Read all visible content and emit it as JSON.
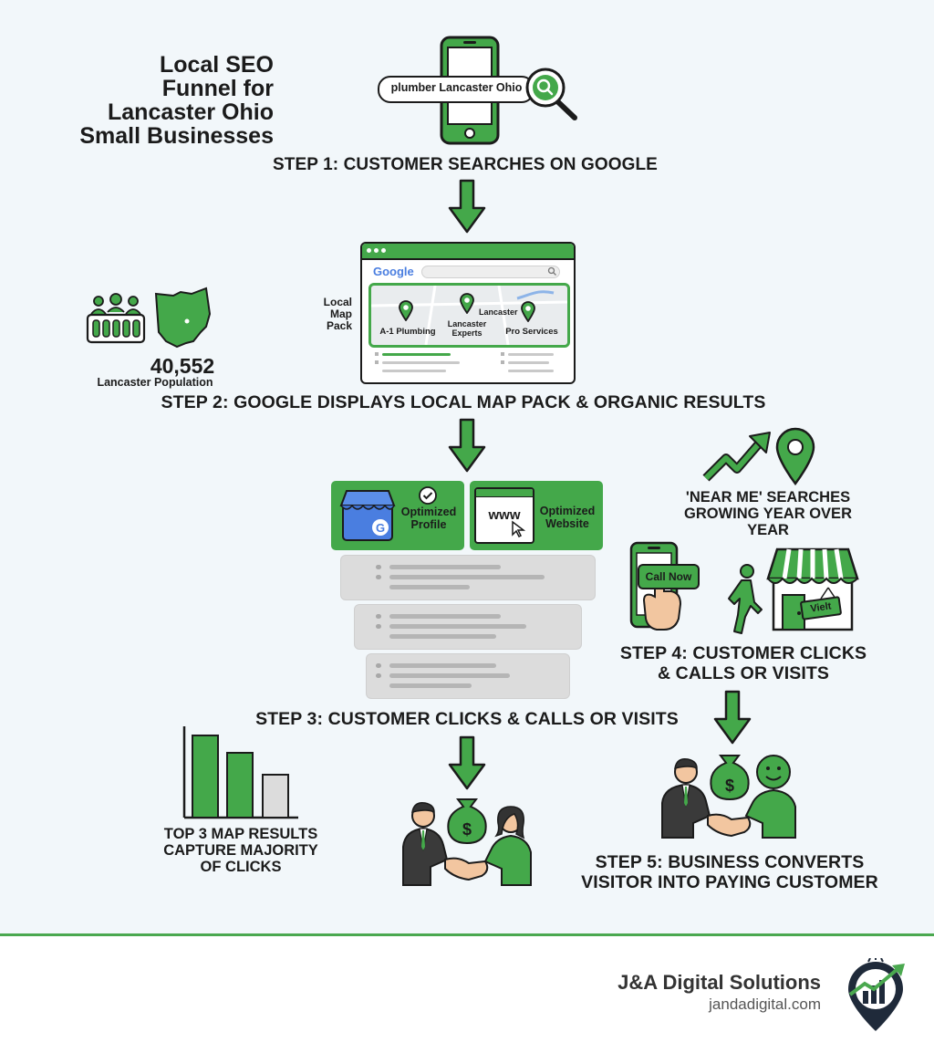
{
  "title": {
    "line1": "Local SEO",
    "line2": "Funnel for",
    "line3": "Lancaster Ohio",
    "line4": "Small Businesses"
  },
  "colors": {
    "green": "#44a84a",
    "dark": "#1b1b1b",
    "background": "#f2f7fa",
    "grey_bar": "#dcdcdc"
  },
  "step1": {
    "search_text": "plumber Lancaster Ohio",
    "label": "STEP 1: CUSTOMER SEARCHES ON GOOGLE",
    "icons": [
      "smartphone-icon",
      "magnifier-icon"
    ]
  },
  "step2": {
    "label": "STEP 2: GOOGLE DISPLAYS LOCAL MAP PACK & ORGANIC RESULTS",
    "google_logo": "Google",
    "map_pack_label": {
      "line1": "Local",
      "line2": "Map",
      "line3": "Pack"
    },
    "map_city": "Lancaster",
    "pins": [
      "A-1 Plumbing",
      "Lancaster Experts",
      "Pro Services"
    ],
    "population_value": "40,552",
    "population_label": "Lancaster Population"
  },
  "step3": {
    "label": "STEP 3: CUSTOMER CLICKS & CALLS OR VISITS",
    "cards": [
      {
        "line1": "Optimized",
        "line2": "Profile",
        "icon": "google-business-store-icon"
      },
      {
        "line1": "Optimized",
        "line2": "Website",
        "icon": "www-browser-icon",
        "www": "www"
      }
    ],
    "chart_caption": {
      "line1": "TOP 3 MAP RESULTS",
      "line2": "CAPTURE MAJORITY",
      "line3": "OF CLICKS"
    }
  },
  "near_me": {
    "line1": "'NEAR ME' SEARCHES",
    "line2": "GROWING YEAR OVER",
    "line3": "YEAR"
  },
  "step4": {
    "label_line1": "STEP 4: CUSTOMER CLICKS",
    "label_line2": "& CALLS OR VISITS",
    "call_button": "Call Now",
    "store_sign": "Vielt"
  },
  "step5": {
    "label_line1": "STEP 5: BUSINESS CONVERTS",
    "label_line2": "VISITOR INTO PAYING CUSTOMER"
  },
  "money_symbol": "$",
  "footer": {
    "company": "J&A Digital Solutions",
    "website": "jandadigital.com"
  }
}
